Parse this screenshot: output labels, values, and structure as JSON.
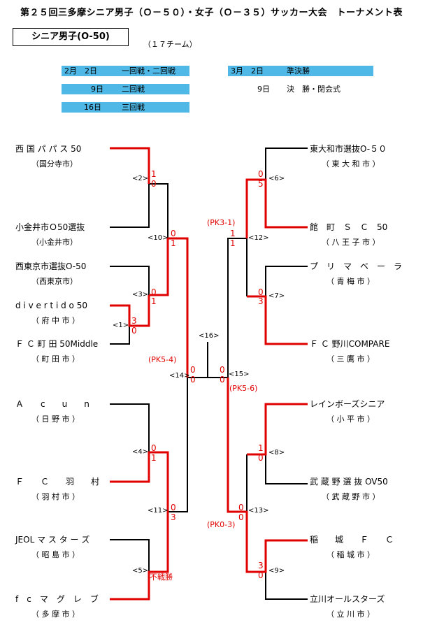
{
  "title": "第２５回三多摩シニア男子（Ｏ－５０）・女子（Ｏ－３５）サッカー大会　トーナメント表",
  "division": "シニア男子(O-50)",
  "team_count": "（１７チーム）",
  "schedule": [
    {
      "date": "2月　2日",
      "round": "一回戦・二回戦"
    },
    {
      "date": "9日",
      "round": "二回戦"
    },
    {
      "date": "16日",
      "round": "三回戦"
    },
    {
      "date": "3月　2日",
      "round": "準決勝"
    },
    {
      "date": "9日",
      "round": "決　勝・閉会式"
    }
  ],
  "left_teams": [
    {
      "name": "西 国 パ パ ス 50",
      "city": "（国分寺市）"
    },
    {
      "name": "小金井市Ｏ50選抜",
      "city": "（小金井市）"
    },
    {
      "name": "西東京市選抜O-50",
      "city": "（西東京市）"
    },
    {
      "name": "d i v e r t i d o 50",
      "city": "（ 府 中 市 ）"
    },
    {
      "name": "Ｆ Ｃ 町 田 50Middle",
      "city": "（ 町 田 市 ）"
    },
    {
      "name": "Ａ　　c　　u　　n",
      "city": "（ 日 野 市 ）"
    },
    {
      "name": "Ｆ　　Ｃ　　羽　　村",
      "city": "（ 羽 村 市 ）"
    },
    {
      "name": "JEOL マ ス タ ー ズ",
      "city": "（ 昭 島 市 ）"
    },
    {
      "name": "f　c　マ　グ　レ　ブ",
      "city": "（ 多 摩 市 ）"
    }
  ],
  "right_teams": [
    {
      "name": "東大和市選抜O-５０",
      "city": "（ 東 大 和 市 ）"
    },
    {
      "name": "館　町　Ｓ　Ｃ　50",
      "city": "（ 八 王 子 市 ）"
    },
    {
      "name": "プ　リ　マ　ベ　ー　ラ",
      "city": "（ 青 梅 市 ）"
    },
    {
      "name": "Ｆ Ｃ 野川COMPARE",
      "city": "（ 三 鷹 市 ）"
    },
    {
      "name": "レインボーズシニア",
      "city": "（ 小 平 市 ）"
    },
    {
      "name": "武 蔵 野 選 抜 OV50",
      "city": "（ 武 蔵 野 市 ）"
    },
    {
      "name": "稲　　城　　Ｆ　　Ｃ",
      "city": "（ 稲 城 市 ）"
    },
    {
      "name": "立川オールスターズ",
      "city": "（ 立 川 市 ）"
    }
  ],
  "match_labels": [
    "<1>",
    "<2>",
    "<3>",
    "<4>",
    "<5>",
    "<6>",
    "<7>",
    "<8>",
    "<9>",
    "<10>",
    "<11>",
    "<12>",
    "<13>",
    "<14>",
    "<15>",
    "<16>"
  ],
  "scores": {
    "m1": [
      "3",
      "0"
    ],
    "m2": [
      "1",
      "0"
    ],
    "m3": [
      "0",
      "1"
    ],
    "m4": [
      "0",
      "1"
    ],
    "m5_note": "不戦勝",
    "m6": [
      "0",
      "5"
    ],
    "m7": [
      "0",
      "3"
    ],
    "m8": [
      "1",
      "0"
    ],
    "m9": [
      "3",
      "0"
    ],
    "m10": [
      "0",
      "1"
    ],
    "m11": [
      "0",
      "3"
    ],
    "m12": [
      "1",
      "1"
    ],
    "m13": [
      "0",
      "0"
    ],
    "m14": [
      "0",
      "0"
    ],
    "m15": [
      "0",
      "0"
    ]
  },
  "pk_notes": {
    "m12": "(PK3-1)",
    "m14": "(PK5-4)",
    "m15": "(PK5-6)",
    "m13": "(PK0-3)"
  },
  "colors": {
    "winner_line": "#e00000",
    "line": "#000000",
    "schedule_bar": "#4fb8e6"
  }
}
